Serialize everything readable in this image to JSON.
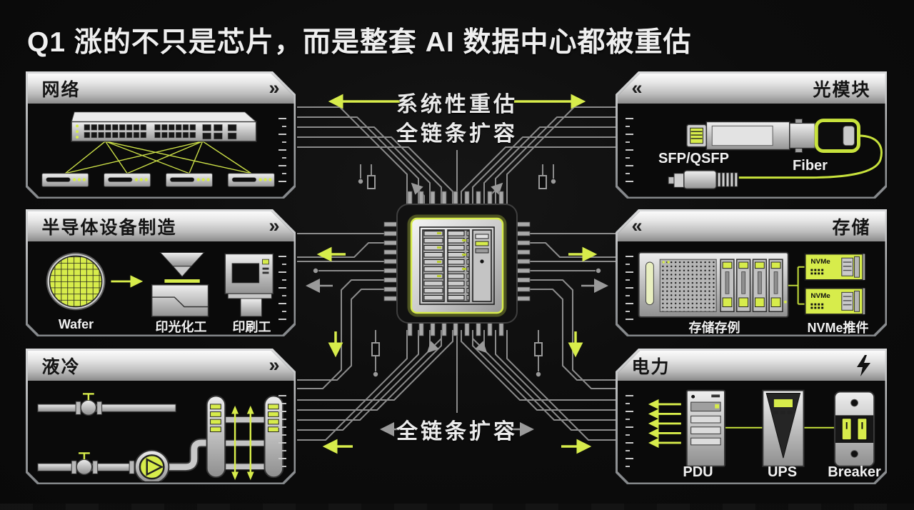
{
  "title": "Q1 涨的不只是芯片，而是整套 AI 数据中心都被重估",
  "center": {
    "reassess": "系统性重估",
    "expand_top": "全链条扩容",
    "expand_bottom": "全链条扩容"
  },
  "panels": {
    "network": {
      "title": "网络",
      "chevron": "»"
    },
    "semiconductor": {
      "title": "半导体设备制造",
      "chevron": "»",
      "wafer_label": "Wafer",
      "litho_label": "印光化工",
      "printer_label": "印刷工"
    },
    "cooling": {
      "title": "液冷",
      "chevron": "»"
    },
    "optical": {
      "title": "光模块",
      "chevron": "«",
      "sfp_label": "SFP/QSFP",
      "fiber_label": "Fiber"
    },
    "storage": {
      "title": "存储",
      "chevron": "«",
      "server_label": "存储存例",
      "nvme_label": "NVMe推件",
      "nvme_text": "NVMe"
    },
    "power": {
      "title": "电力",
      "pdu_label": "PDU",
      "ups_label": "UPS",
      "breaker_label": "Breaker"
    }
  },
  "colors": {
    "accent": "#d7ec4b",
    "trace": "#8b8b8b",
    "panel_border": "#a9abad"
  }
}
